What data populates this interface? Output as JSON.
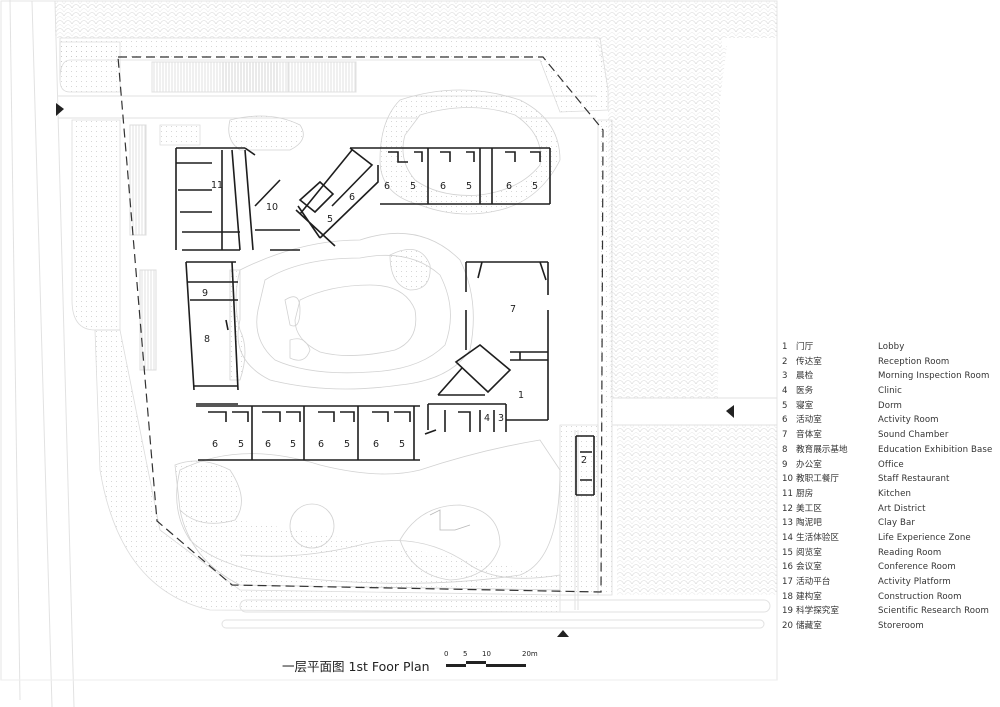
{
  "drawing": {
    "title_cn": "一层平面图",
    "title_en": "1st Foor Plan",
    "scale_bar": {
      "ticks": [
        "0",
        "5",
        "10",
        "20m"
      ]
    },
    "accent_color": "#222222",
    "entrances": [
      "west",
      "east",
      "south"
    ]
  },
  "rooms": {
    "r1": "1",
    "r2": "2",
    "r3": "3",
    "r4": "4",
    "r5a": "5",
    "r6a": "6",
    "r6_n1": "6",
    "r5_n1": "5",
    "r6_n2": "6",
    "r5_n2": "5",
    "r6_n3": "6",
    "r5_n3": "5",
    "r6_s1": "6",
    "r5_s1": "5",
    "r6_s2": "6",
    "r5_s2": "5",
    "r6_s3": "6",
    "r5_s3": "5",
    "r6_s4": "6",
    "r5_s4": "5",
    "r7": "7",
    "r8": "8",
    "r9": "9",
    "r10": "10",
    "r11": "11"
  },
  "legend": [
    {
      "num": "1",
      "cn": "门厅",
      "en": "Lobby"
    },
    {
      "num": "2",
      "cn": "传达室",
      "en": "Reception Room"
    },
    {
      "num": "3",
      "cn": "晨检",
      "en": "Morning Inspection Room"
    },
    {
      "num": "4",
      "cn": "医务",
      "en": "Clinic"
    },
    {
      "num": "5",
      "cn": "寝室",
      "en": "Dorm"
    },
    {
      "num": "6",
      "cn": "活动室",
      "en": "Activity Room"
    },
    {
      "num": "7",
      "cn": "音体室",
      "en": "Sound Chamber"
    },
    {
      "num": "8",
      "cn": "教育展示基地",
      "en": "Education Exhibition Base"
    },
    {
      "num": "9",
      "cn": "办公室",
      "en": "Office"
    },
    {
      "num": "10",
      "cn": "教职工餐厅",
      "en": "Staff Restaurant"
    },
    {
      "num": "11",
      "cn": "厨房",
      "en": "Kitchen"
    },
    {
      "num": "12",
      "cn": "美工区",
      "en": "Art District"
    },
    {
      "num": "13",
      "cn": "陶泥吧",
      "en": "Clay Bar"
    },
    {
      "num": "14",
      "cn": "生活体验区",
      "en": "Life Experience Zone"
    },
    {
      "num": "15",
      "cn": "阅览室",
      "en": "Reading Room"
    },
    {
      "num": "16",
      "cn": "会议室",
      "en": "Conference Room"
    },
    {
      "num": "17",
      "cn": "活动平台",
      "en": "Activity Platform"
    },
    {
      "num": "18",
      "cn": "建构室",
      "en": "Construction Room"
    },
    {
      "num": "19",
      "cn": "科学探究室",
      "en": "Scientific Research Room"
    },
    {
      "num": "20",
      "cn": "储藏室",
      "en": "Storeroom"
    }
  ]
}
